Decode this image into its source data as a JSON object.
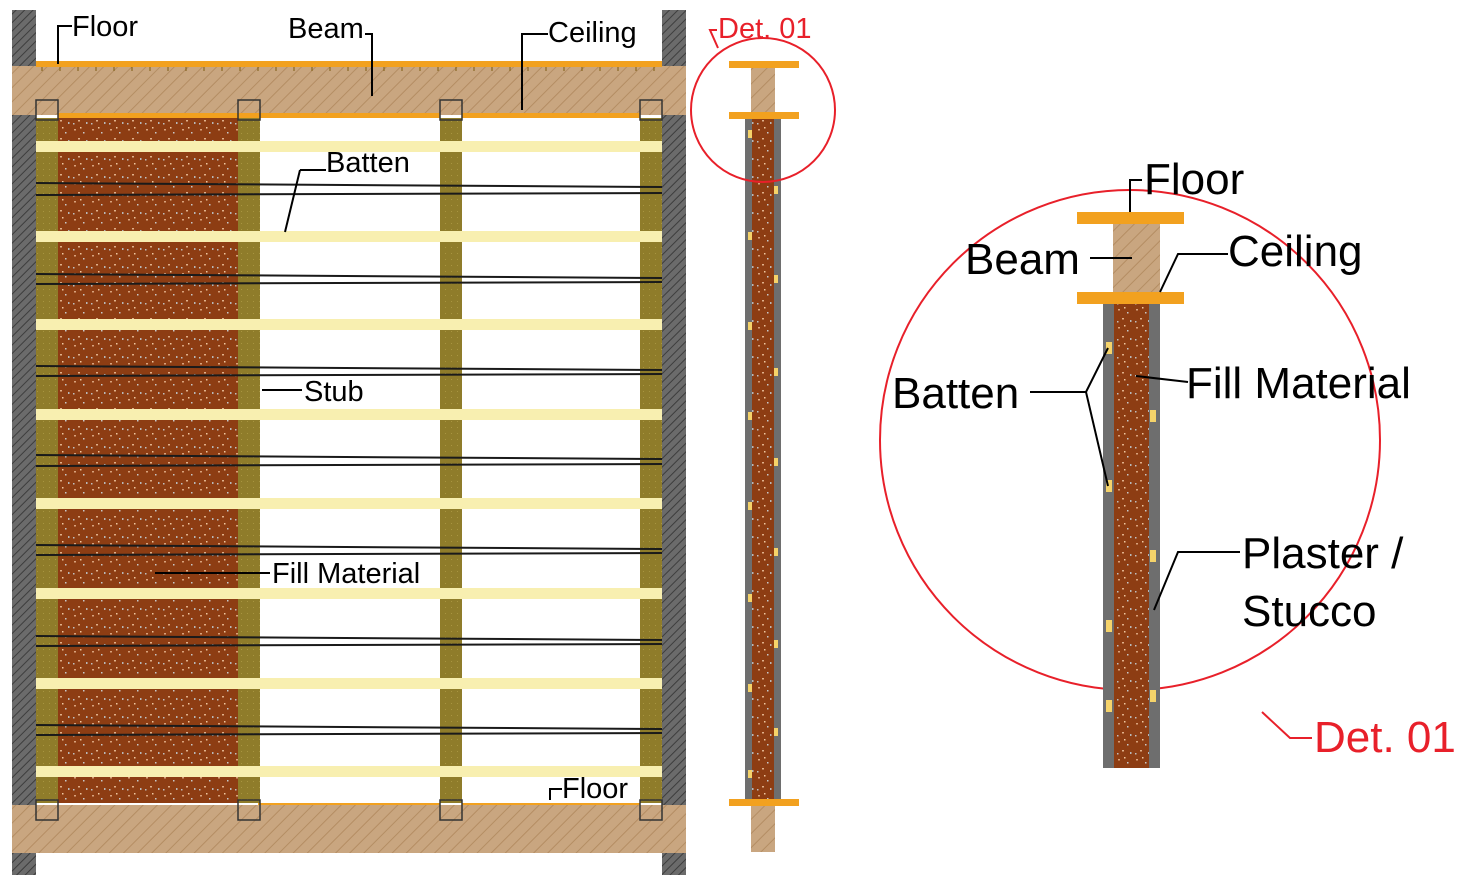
{
  "colors": {
    "beam": "#c4a27c",
    "floor_board": "#f2a11f",
    "fill_material": "#8d3d13",
    "batten": "#f8efb0",
    "stub": "#8f7c2a",
    "plaster": "#6e6e6e",
    "wall_hatch": "#555555",
    "detail_red": "#e8202a"
  },
  "elevation": {
    "floor_top_label": "Floor",
    "beam_label": "Beam",
    "ceiling_label": "Ceiling",
    "batten_label": "Batten",
    "stub_label": "Stub",
    "fill_label": "Fill Material",
    "floor_bottom_label": "Floor"
  },
  "section": {
    "detail_callout": "Det. 01"
  },
  "detail": {
    "floor_label": "Floor",
    "beam_label": "Beam",
    "ceiling_label": "Ceiling",
    "batten_label": "Batten",
    "fill_label": "Fill Material",
    "plaster_label_line1": "Plaster /",
    "plaster_label_line2": "Stucco",
    "detail_callout": "Det. 01"
  }
}
